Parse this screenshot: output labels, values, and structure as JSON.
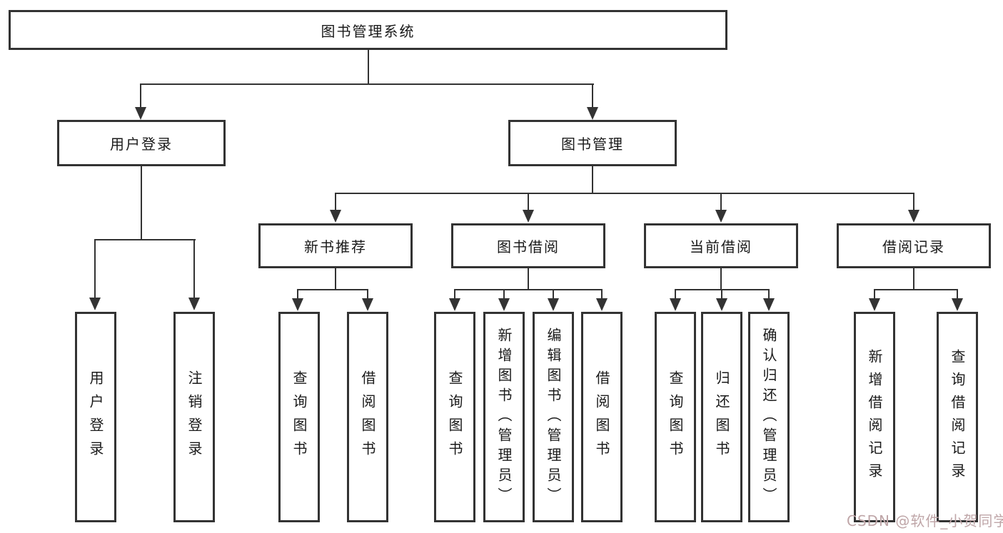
{
  "tree": {
    "root": {
      "label": "图书管理系统"
    },
    "branches": [
      {
        "label": "用户登录",
        "children": [
          {
            "label": "用户登录"
          },
          {
            "label": "注销登录"
          }
        ]
      },
      {
        "label": "图书管理",
        "children": [
          {
            "label": "新书推荐",
            "children": [
              {
                "label": "查询图书"
              },
              {
                "label": "借阅图书"
              }
            ]
          },
          {
            "label": "图书借阅",
            "children": [
              {
                "label": "查询图书"
              },
              {
                "label": "新增图书（管理员）"
              },
              {
                "label": "编辑图书（管理员）"
              },
              {
                "label": "借阅图书"
              }
            ]
          },
          {
            "label": "当前借阅",
            "children": [
              {
                "label": "查询图书"
              },
              {
                "label": "归还图书"
              },
              {
                "label": "确认归还（管理员）"
              }
            ]
          },
          {
            "label": "借阅记录",
            "children": [
              {
                "label": "新增借阅记录"
              },
              {
                "label": "查询借阅记录"
              }
            ]
          }
        ]
      }
    ]
  },
  "watermark": {
    "label": "CSDN @软件_小贺同学"
  },
  "colors": {
    "line": "#333333",
    "box_border": "#333333",
    "text": "#1a1a1a",
    "watermark": "#bfa6a8",
    "background": "#ffffff"
  }
}
